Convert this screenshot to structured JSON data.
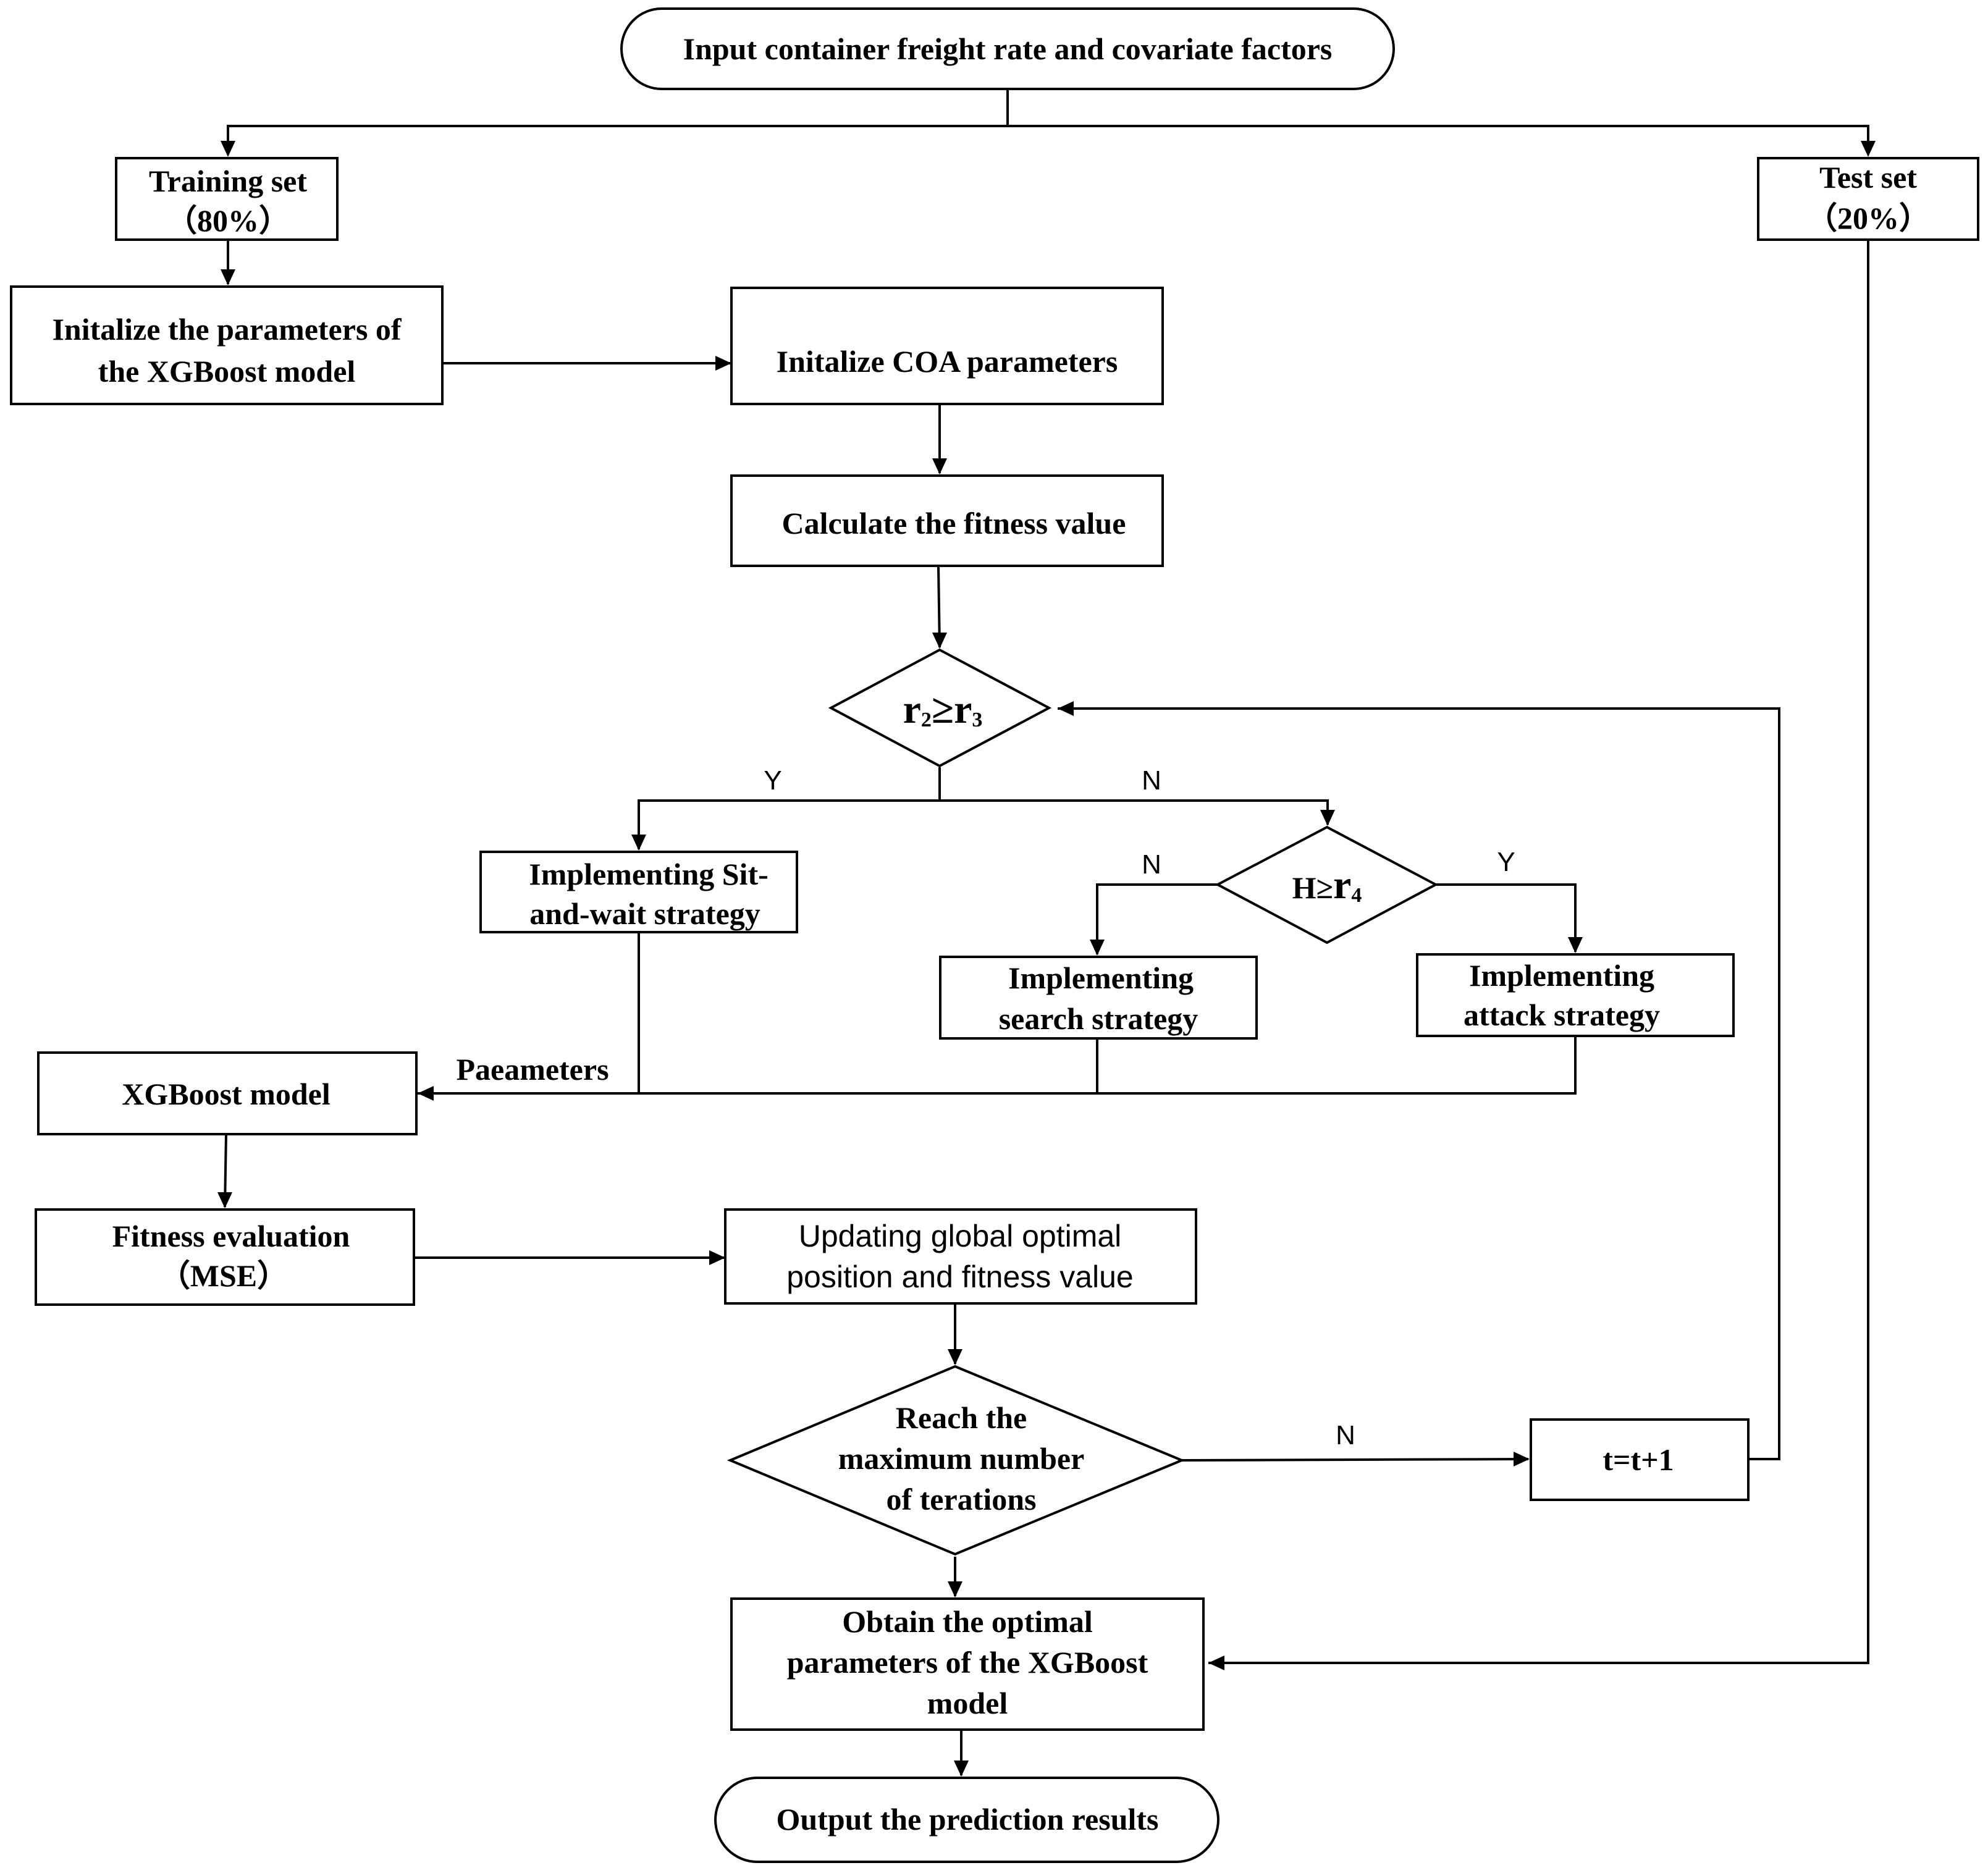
{
  "colors": {
    "stroke": "#000000",
    "background": "#ffffff"
  },
  "nodes": {
    "input": "Input container freight rate and covariate factors",
    "training": {
      "line1": "Training set",
      "line2": "（80%）"
    },
    "test": {
      "line1": "Test set",
      "line2": "（20%）"
    },
    "init_xgb": {
      "line1": "Initalize the parameters of",
      "line2": "the XGBoost model"
    },
    "init_coa": "Initalize COA parameters",
    "calc_fitness": "Calculate the fitness value",
    "decision_r2r3": {
      "a": "r",
      "a_sub": "2",
      "op": "≥",
      "b": "r",
      "b_sub": "3"
    },
    "decision_hr4": {
      "a": "H",
      "op": "≥",
      "b": "r",
      "b_sub": "4"
    },
    "sit_wait": {
      "line1": "Implementing Sit-",
      "line2": "and-wait strategy"
    },
    "search": {
      "line1": "Implementing",
      "line2": "search strategy"
    },
    "attack": {
      "line1": "Implementing",
      "line2": "attack strategy"
    },
    "xgb_model": "XGBoost model",
    "fitness_eval": {
      "line1": "Fitness evaluation",
      "line2": "（MSE）"
    },
    "update_global": {
      "line1": "Updating global optimal",
      "line2": "position and fitness value"
    },
    "max_iter": {
      "line1": "Reach the",
      "line2": "maximum number",
      "line3": "of terations"
    },
    "t_inc": "t=t+1",
    "optimal": {
      "line1": "Obtain the optimal",
      "line2": "parameters of the XGBoost",
      "line3": "model"
    },
    "output": "Output the prediction results"
  },
  "labels": {
    "y1": "Y",
    "n1": "N",
    "n2": "N",
    "y2": "Y",
    "params": "Paeameters",
    "n3": "N"
  }
}
